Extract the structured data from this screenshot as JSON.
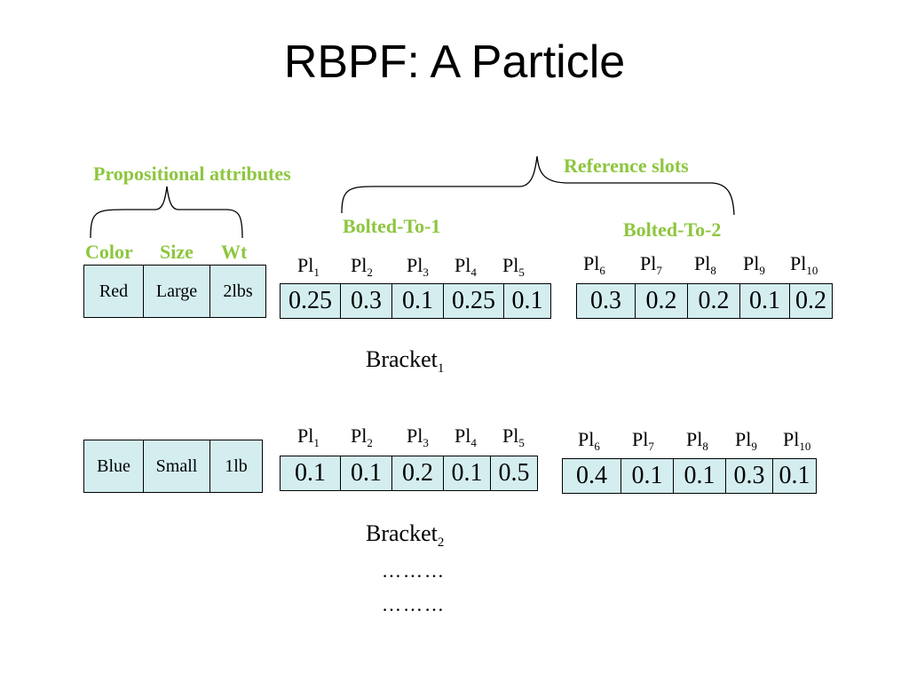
{
  "title": "RBPF: A Particle",
  "labels": {
    "propositional_attributes": "Propositional attributes",
    "reference_slots": "Reference slots",
    "bolted_to_1": "Bolted-To-1",
    "bolted_to_2": "Bolted-To-2",
    "color": "Color",
    "size": "Size",
    "wt": "Wt"
  },
  "place_prefix": "Pl",
  "bracket_prefix": "Bracket",
  "particles": [
    {
      "bracket_index": "1",
      "attributes": [
        "Red",
        "Large",
        "2lbs"
      ],
      "slot1": {
        "indices": [
          "1",
          "2",
          "3",
          "4",
          "5"
        ],
        "values": [
          "0.25",
          "0.3",
          "0.1",
          "0.25",
          "0.1"
        ]
      },
      "slot2": {
        "indices": [
          "6",
          "7",
          "8",
          "9",
          "10"
        ],
        "values": [
          "0.3",
          "0.2",
          "0.2",
          "0.1",
          "0.2"
        ]
      }
    },
    {
      "bracket_index": "2",
      "attributes": [
        "Blue",
        "Small",
        "1lb"
      ],
      "slot1": {
        "indices": [
          "1",
          "2",
          "3",
          "4",
          "5"
        ],
        "values": [
          "0.1",
          "0.1",
          "0.2",
          "0.1",
          "0.5"
        ]
      },
      "slot2": {
        "indices": [
          "6",
          "7",
          "8",
          "9",
          "10"
        ],
        "values": [
          "0.4",
          "0.1",
          "0.1",
          "0.3",
          "0.1"
        ]
      }
    }
  ],
  "ellipsis": [
    "………",
    "………"
  ],
  "colors": {
    "label_green": "#8dc63f",
    "cell_fill": "#d4eef0"
  }
}
